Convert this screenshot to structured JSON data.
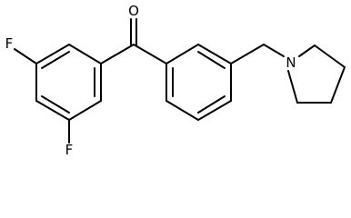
{
  "diagram": {
    "type": "skeletal-structure",
    "atom_labels": {
      "oxygen": "O",
      "fluorine_top": "F",
      "fluorine_bottom": "F",
      "nitrogen": "N"
    },
    "colors": {
      "background": "#ffffff",
      "bond": "#000000",
      "label": "#000000"
    }
  }
}
